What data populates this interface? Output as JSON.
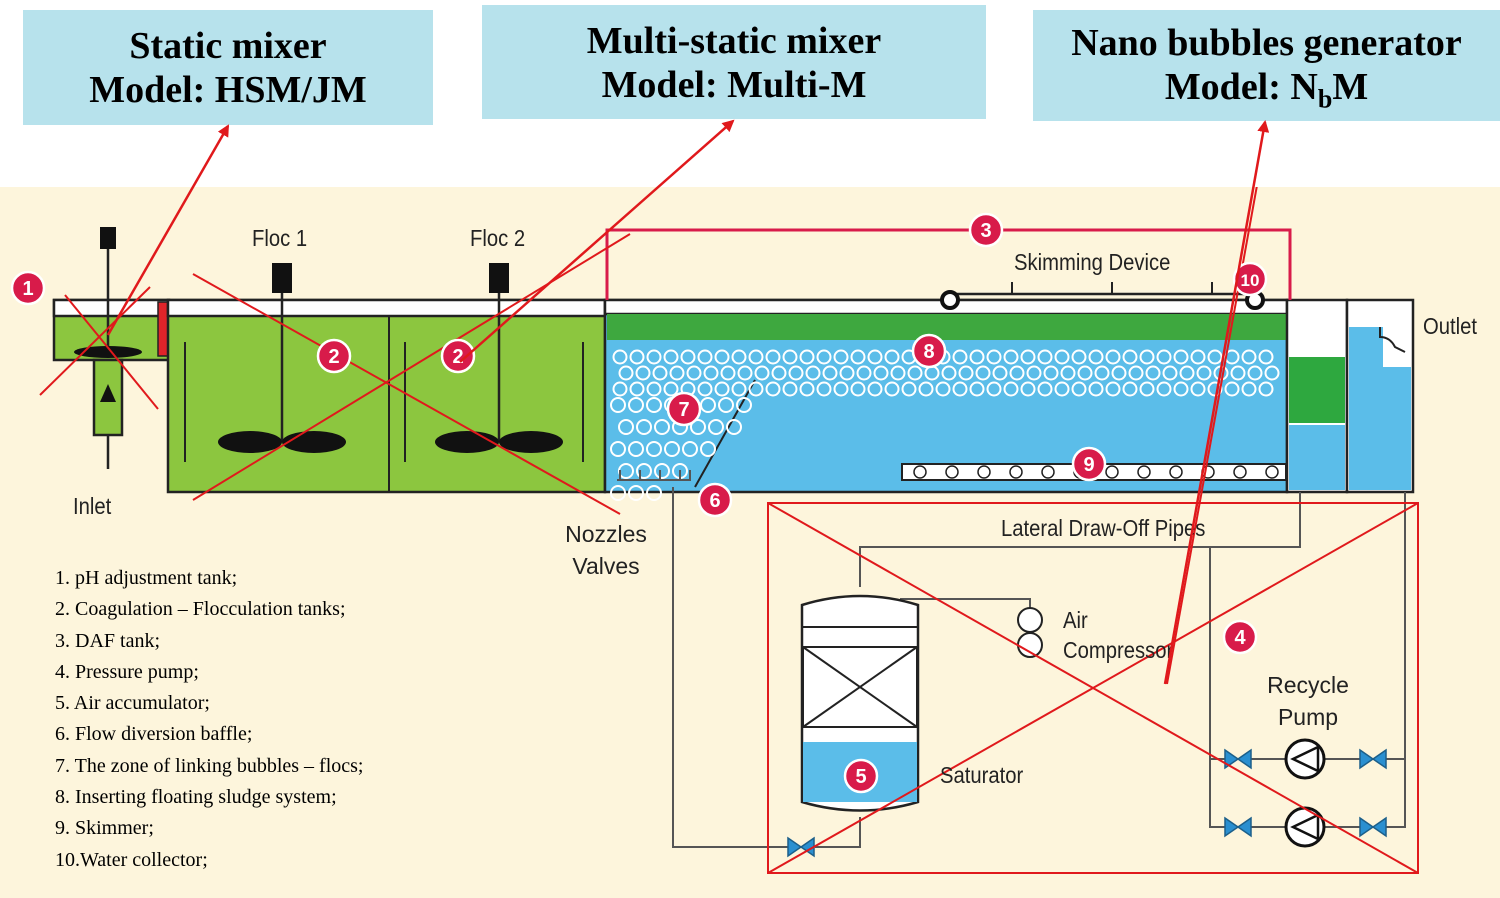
{
  "callouts": {
    "static_mixer": {
      "line1": "Static mixer",
      "line2": "Model: HSM/JM"
    },
    "multi_static_mixer": {
      "line1": "Multi-static mixer",
      "line2": "Model: Multi-M"
    },
    "nano_bubbles": {
      "line1": "Nano bubbles generator",
      "line2_prefix": "Model: N",
      "line2_sub": "b",
      "line2_suffix": "M"
    }
  },
  "labels": {
    "floc1": "Floc 1",
    "floc2": "Floc 2",
    "skimming_device": "Skimming Device",
    "outlet": "Outlet",
    "inlet": "Inlet",
    "nozzles": "Nozzles",
    "valves": "Valves",
    "lateral": "Lateral Draw-Off Pipes",
    "air": "Air",
    "compressor": "Compressor",
    "recycle": "Recycle",
    "pump": "Pump",
    "saturator": "Saturator"
  },
  "markers": [
    "1",
    "2",
    "2",
    "3",
    "4",
    "5",
    "6",
    "7",
    "8",
    "9",
    "10"
  ],
  "legend": [
    "1. pH adjustment tank;",
    "2. Coagulation – Flocculation tanks;",
    "3. DAF tank;",
    "4. Pressure pump;",
    "5. Air accumulator;",
    "6. Flow diversion baffle;",
    "7. The zone of linking bubbles – flocs;",
    "8. Inserting floating sludge system;",
    "9. Skimmer;",
    "10.Water collector;"
  ],
  "colors": {
    "callout_bg": "#b7e2ec",
    "diagram_bg": "#fdf5dc",
    "tank_green": "#8cc63f",
    "water_blue": "#5bbde9",
    "marker_red": "#d81b4a",
    "annotation_red": "#e0191c"
  }
}
